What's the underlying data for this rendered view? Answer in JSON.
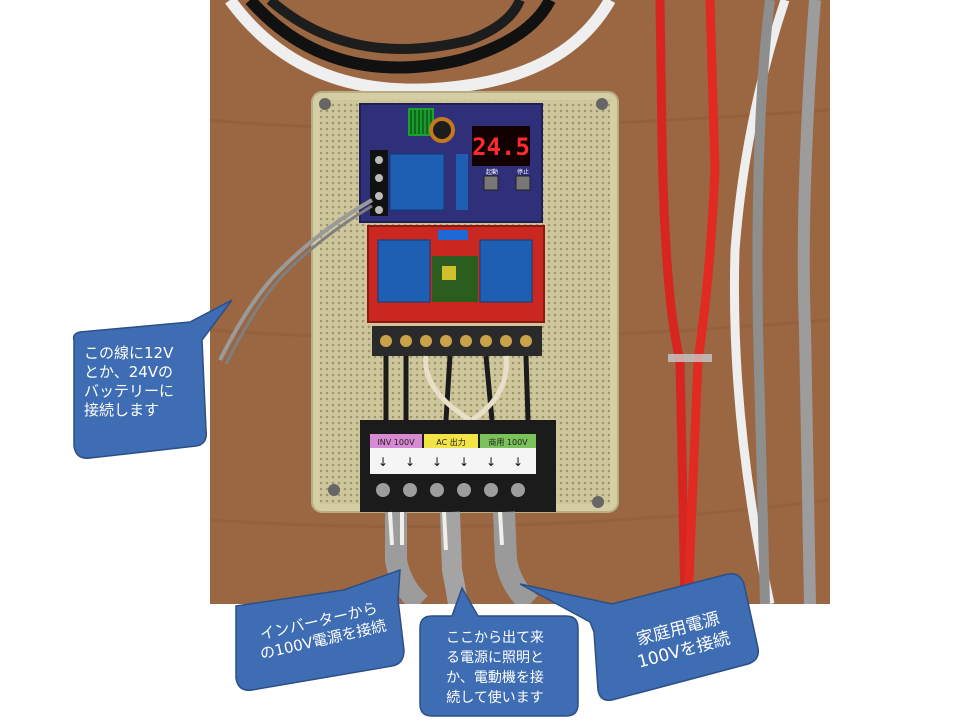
{
  "display": {
    "voltage_reading": "24.5"
  },
  "terminal_labels": {
    "inverter": "INV 100V",
    "ac_output": "AC 出力",
    "household": "商用 100V"
  },
  "relay_buttons": {
    "start": "起動",
    "stop": "停止"
  },
  "callouts": {
    "battery": "この線に12V\nとか、24Vの\nバッテリーに\n接続します",
    "inverter": "インバーターから\nの100V電源を接続",
    "output": "ここから出て来\nる電源に照明と\nか、電動機を接\n続して使います",
    "household": "家庭用電源\n100Vを接続"
  },
  "colors": {
    "callout_fill": "#3f6db3",
    "callout_stroke": "#2c4f86",
    "display_digits": "#ff2a2a",
    "board": "#d8d0a8",
    "wood": "#a06b45"
  }
}
